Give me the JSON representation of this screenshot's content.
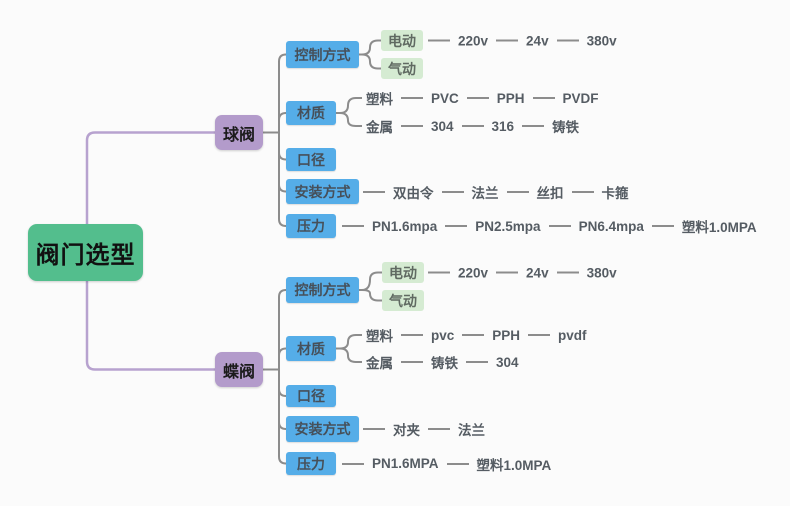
{
  "colors": {
    "root_green": "#53be8d",
    "branch_purple": "#b39bcb",
    "category_blue": "#55ade8",
    "sub_green": "#d5ebd2",
    "line_gray": "#8c8c8c",
    "line_purple": "#b7a2cf",
    "background": "#fbfbfb"
  },
  "tree": {
    "root": "阀门选型",
    "ball": {
      "label": "球阀",
      "control": {
        "label": "控制方式",
        "electric": {
          "label": "电动",
          "items": [
            "220v",
            "24v",
            "380v"
          ]
        },
        "pneumatic": {
          "label": "气动"
        }
      },
      "material": {
        "label": "材质",
        "plastic": {
          "label": "塑料",
          "items": [
            "PVC",
            "PPH",
            "PVDF"
          ]
        },
        "metal": {
          "label": "金属",
          "items": [
            "304",
            "316",
            "铸铁"
          ]
        }
      },
      "diameter": {
        "label": "口径"
      },
      "install": {
        "label": "安装方式",
        "items": [
          "双由令",
          "法兰",
          "丝扣",
          "卡箍"
        ]
      },
      "pressure": {
        "label": "压力",
        "items": [
          "PN1.6mpa",
          "PN2.5mpa",
          "PN6.4mpa",
          "塑料1.0MPA"
        ]
      }
    },
    "butterfly": {
      "label": "蝶阀",
      "control": {
        "label": "控制方式",
        "electric": {
          "label": "电动",
          "items": [
            "220v",
            "24v",
            "380v"
          ]
        },
        "pneumatic": {
          "label": "气动"
        }
      },
      "material": {
        "label": "材质",
        "plastic": {
          "label": "塑料",
          "items": [
            "pvc",
            "PPH",
            "pvdf"
          ]
        },
        "metal": {
          "label": "金属",
          "items": [
            "铸铁",
            "304"
          ]
        }
      },
      "diameter": {
        "label": "口径"
      },
      "install": {
        "label": "安装方式",
        "items": [
          "对夹",
          "法兰"
        ]
      },
      "pressure": {
        "label": "压力",
        "items": [
          "PN1.6MPA",
          "塑料1.0MPA"
        ]
      }
    }
  }
}
